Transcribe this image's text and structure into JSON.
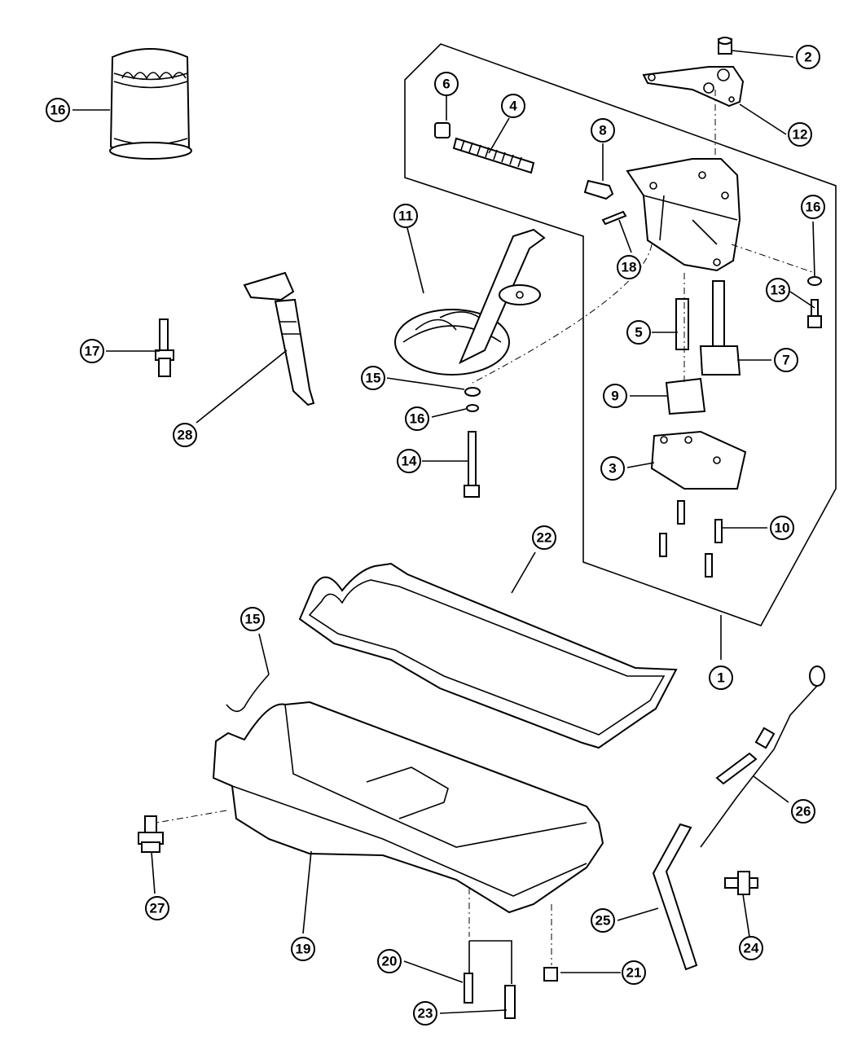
{
  "callouts": {
    "c1": "1",
    "c2": "2",
    "c3": "3",
    "c4": "4",
    "c5": "5",
    "c6": "6",
    "c7": "7",
    "c8": "8",
    "c9": "9",
    "c10": "10",
    "c11": "11",
    "c12": "12",
    "c13": "13",
    "c14": "14",
    "c15a": "15",
    "c15b": "15",
    "c16a": "16",
    "c16b": "16",
    "c16c": "16",
    "c17": "17",
    "c18": "18",
    "c19": "19",
    "c20": "20",
    "c21": "21",
    "c22": "22",
    "c23": "23",
    "c24": "24",
    "c25": "25",
    "c26": "26",
    "c27": "27",
    "c28": "28"
  }
}
